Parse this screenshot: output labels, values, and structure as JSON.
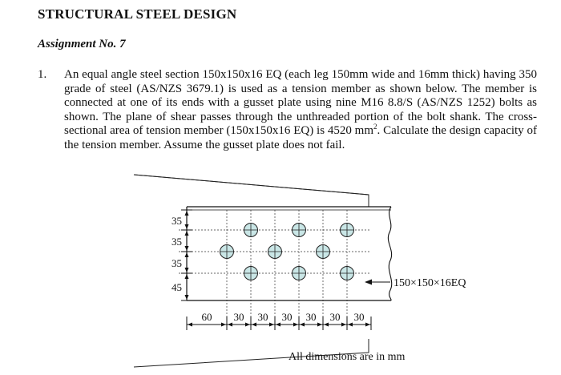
{
  "header": {
    "title": "STRUCTURAL STEEL DESIGN",
    "assignment": "Assignment No. 7"
  },
  "question": {
    "number": "1.",
    "text_part1": "An equal angle steel section 150x150x16 EQ (each leg 150mm wide and 16mm thick) having 350 grade of steel (AS/NZS 3679.1) is used as a tension member as shown below. The member is connected at one of its ends with a gusset plate using nine M16 8.8/S (AS/NZS 1252) bolts as shown. The plane of shear passes through the unthreaded portion of the bolt shank. The cross-sectional area of tension member (150x150x16 EQ) is 4520 mm",
    "superscript": "2",
    "text_part2": ". Calculate the design capacity of the tension member. Assume the gusset plate does not fail."
  },
  "figure": {
    "vertical_dims": [
      "35",
      "35",
      "35",
      "45"
    ],
    "horizontal_dims": [
      "60",
      "30",
      "30",
      "30",
      "30",
      "30",
      "30"
    ],
    "member_label": "150×150×16EQ",
    "note": "All dimensions are in mm",
    "bolt_count": 9
  }
}
